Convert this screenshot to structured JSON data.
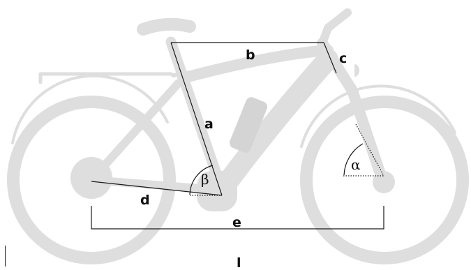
{
  "diagram": {
    "title": "",
    "labels": {
      "a": "a",
      "b": "b",
      "c": "c",
      "d": "d",
      "e": "e",
      "l": "l",
      "alpha": "α",
      "beta": "β"
    },
    "colors": {
      "bike_silhouette": "#dedede",
      "measure_lines": "#1a1a1a",
      "background": "#ffffff"
    },
    "icons": [
      "e-bike-silhouette"
    ]
  }
}
